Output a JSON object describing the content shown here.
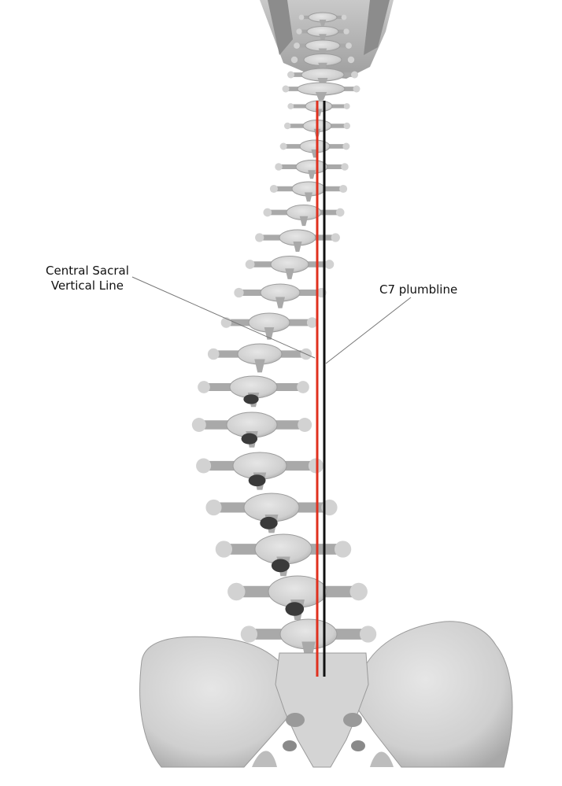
{
  "labels": {
    "csvl": {
      "line1": "Central Sacral",
      "line2": "Vertical Line"
    },
    "c7": "C7 plumbline"
  },
  "colors": {
    "csvl_line": "#e0301e",
    "c7_line": "#111111",
    "bone": "#d2d2d2",
    "bone_shade": "#a9a9a9",
    "bone_dark": "#3a3a3a",
    "leader": "#777777"
  }
}
